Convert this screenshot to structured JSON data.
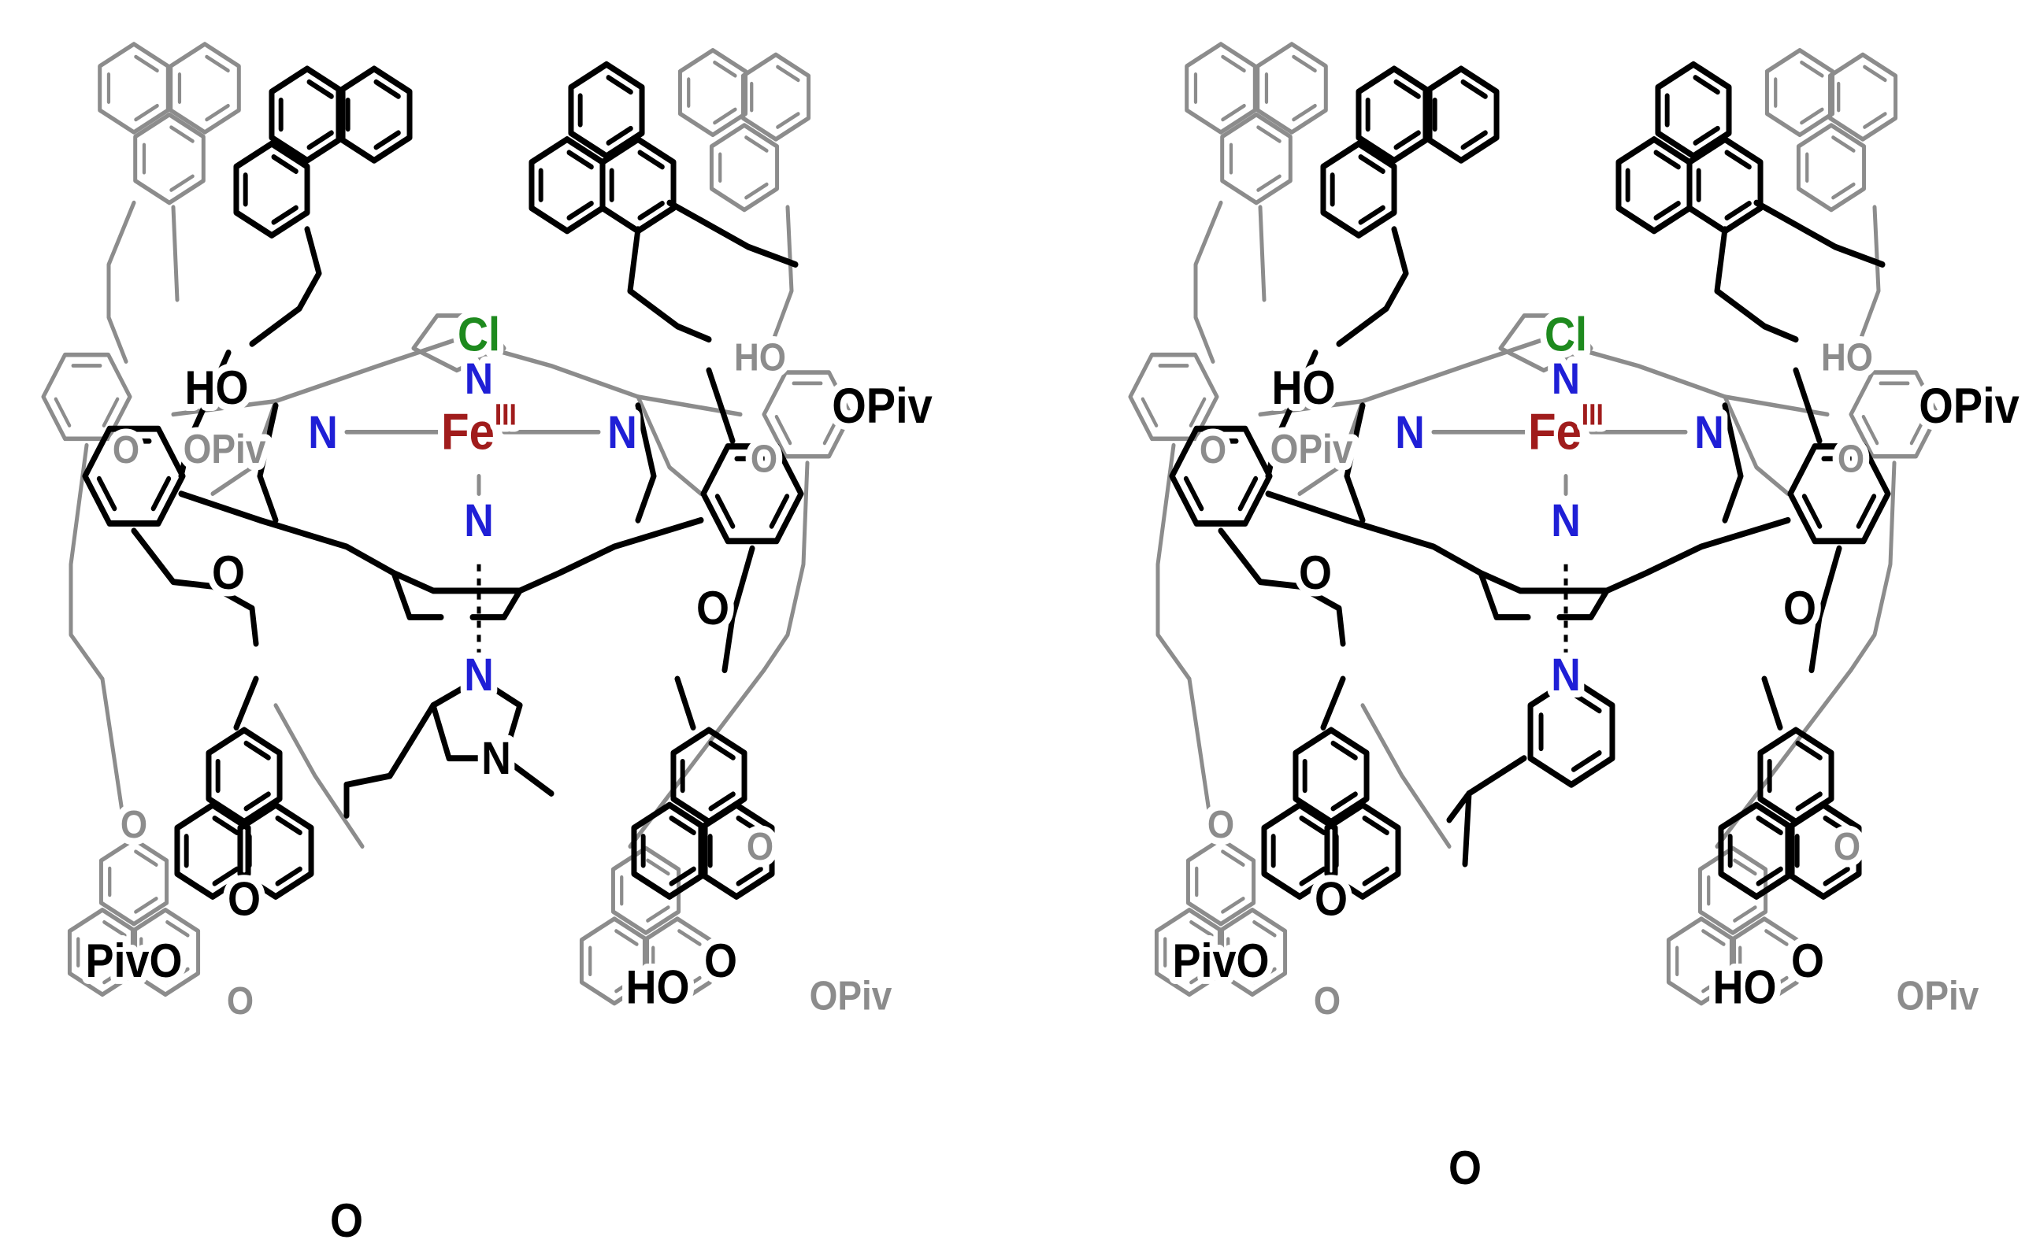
{
  "colors": {
    "bond_dark": "#000000",
    "bond_light": "#8c8c8c",
    "nitrogen": "#1f1fd6",
    "iron": "#a01c1c",
    "chlorine": "#1e8a1e",
    "background": "#ffffff"
  },
  "structures": [
    {
      "id": "left",
      "metal": "Fe",
      "oxidation": "III",
      "axial_ligand": "Cl",
      "axial_n": "N",
      "pyrrole_n": [
        "N",
        "N",
        "N"
      ],
      "base_n": "N",
      "base_n_methyl": "N",
      "groups": {
        "ho_top_dark": "HO",
        "ho_top_grey": "HO",
        "opiv_top_right": "OPiv",
        "opiv_top_left_grey": "OPiv",
        "o_left_link": "O",
        "o_right_link": "O",
        "o_left_upper_grey": "O",
        "o_right_upper_grey": "O",
        "o_left_lower_grey": "O",
        "o_right_lower_grey": "O",
        "o_bottom_left": "O",
        "o_bottom_right": "O",
        "pivo_bottom_left": "PivO",
        "o_mid_left_grey": "O",
        "ho_bottom_right": "HO",
        "opiv_bottom_right_grey": "OPiv",
        "carbonyl_o": "O"
      }
    },
    {
      "id": "right",
      "metal": "Fe",
      "oxidation": "III",
      "axial_ligand": "Cl",
      "axial_n": "N",
      "pyrrole_n": [
        "N",
        "N",
        "N"
      ],
      "base_n": "N",
      "groups": {
        "ho_top_dark": "HO",
        "ho_top_grey": "HO",
        "opiv_top_right": "OPiv",
        "opiv_top_left_grey": "OPiv",
        "o_left_link": "O",
        "o_right_link": "O",
        "o_left_upper_grey": "O",
        "o_right_upper_grey": "O",
        "o_left_lower_grey": "O",
        "o_right_lower_grey": "O",
        "o_bottom_left": "O",
        "o_bottom_right": "O",
        "pivo_bottom_left": "PivO",
        "o_mid_left_grey": "O",
        "ho_bottom_right": "HO",
        "opiv_bottom_right_grey": "OPiv",
        "carbonyl_o": "O"
      }
    }
  ]
}
